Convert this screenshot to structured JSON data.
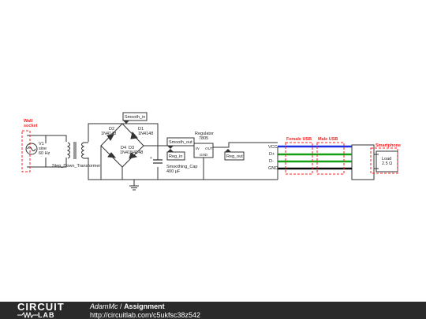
{
  "labels": {
    "wall_socket": [
      "Wall",
      "socket"
    ],
    "v1": [
      "V1",
      "sine",
      "60 Hz"
    ],
    "transformer": "Step_Down_Transformer",
    "d1": [
      "D1",
      "1N4148"
    ],
    "d2": [
      "D2",
      "1N4148"
    ],
    "d3": "D3",
    "d4": "D4",
    "d34_part": "1N41N4148",
    "regulator": [
      "Regulator",
      "7805"
    ],
    "reg_in_pin": "IN",
    "reg_out_pin": "OUT",
    "reg_gnd_pin": "GND",
    "cap": [
      "Smoothing_Cap",
      "400 µF"
    ],
    "smartphone": "Smartphone",
    "load": [
      "Load",
      "2.5 Ω"
    ],
    "female_usb": "Female USB",
    "male_usb": "Male USB",
    "vcc": "VCC",
    "dplus": "D+",
    "dminus": "D-",
    "gnd": "GND"
  },
  "nodes": {
    "smooth_in": "Smooth_in",
    "smooth_out": "Smooth_out",
    "reg_in": "Reg_in",
    "reg_out": "Reg_out"
  },
  "colors": {
    "vcc": "#1f2fe0",
    "data": "#14a014",
    "gnd": "#0a0a0a",
    "annotation": "#ff2020",
    "wire": "#333333"
  },
  "footer": {
    "logo_top": "CIRCUIT",
    "logo_bottom": "LAB",
    "author": "AdamMc",
    "separator": "/",
    "title": "Assignment",
    "url": "http://circuitlab.com/c5ukfsc38z542"
  }
}
